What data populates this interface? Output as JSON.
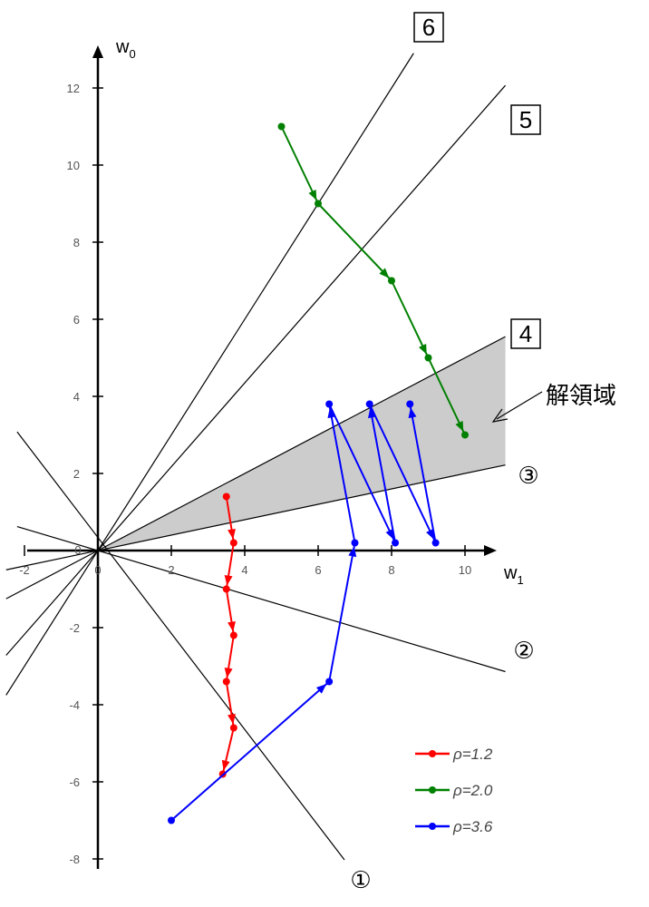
{
  "chart_data": {
    "type": "line",
    "xlabel": "w",
    "xlabel_sub": "1",
    "ylabel": "w",
    "ylabel_sub": "0",
    "xlim": [
      -2,
      11
    ],
    "ylim": [
      -8,
      13
    ],
    "x_ticks": [
      -2,
      0,
      2,
      4,
      6,
      8,
      10
    ],
    "y_ticks": [
      12,
      10,
      8,
      6,
      4,
      2,
      -2,
      -4,
      -6,
      -8
    ],
    "origin_label": "0",
    "boundary_lines": [
      {
        "label": "①",
        "slope": -1.4
      },
      {
        "label": "②",
        "slope": -0.283
      },
      {
        "label": "③",
        "slope": 0.2
      },
      {
        "label": "4",
        "slope": 0.5,
        "boxed": true
      },
      {
        "label": "5",
        "slope": 1.087,
        "boxed": true
      },
      {
        "label": "6",
        "slope": 1.5,
        "boxed": true
      }
    ],
    "solution_region_label": "解領域",
    "series": [
      {
        "name": "ρ=1.2",
        "color": "#ff0000",
        "points": [
          [
            3.5,
            1.4
          ],
          [
            3.7,
            0.2
          ],
          [
            3.5,
            -1.0
          ],
          [
            3.7,
            -2.2
          ],
          [
            3.5,
            -3.4
          ],
          [
            3.7,
            -4.6
          ],
          [
            3.4,
            -5.8
          ]
        ]
      },
      {
        "name": "ρ=2.0",
        "color": "#008000",
        "points": [
          [
            5.0,
            11.0
          ],
          [
            6.0,
            9.0
          ],
          [
            8.0,
            7.0
          ],
          [
            9.0,
            5.0
          ],
          [
            10.0,
            3.0
          ]
        ]
      },
      {
        "name": "ρ=3.6",
        "color": "#0000ff",
        "points": [
          [
            2.0,
            -7.0
          ],
          [
            6.3,
            -3.4
          ],
          [
            7.0,
            0.2
          ],
          [
            6.3,
            3.8
          ],
          [
            8.1,
            0.2
          ],
          [
            7.4,
            3.8
          ],
          [
            9.2,
            0.2
          ],
          [
            8.5,
            3.8
          ]
        ]
      }
    ]
  }
}
